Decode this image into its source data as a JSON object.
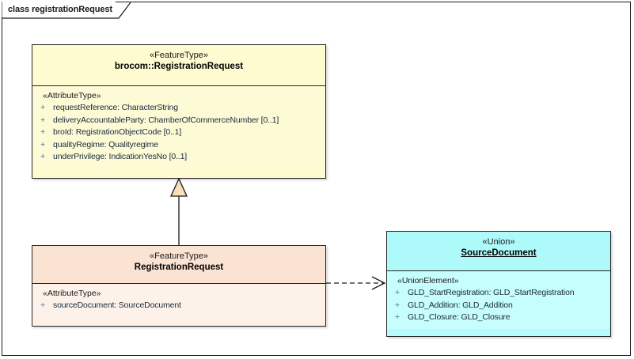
{
  "frame": {
    "tab_label": "class registrationRequest"
  },
  "classes": {
    "brocom_registration_request": {
      "stereotype": "«FeatureType»",
      "name": "brocom::RegistrationRequest",
      "group_stereotype": "«AttributeType»",
      "attributes": [
        {
          "visibility": "+",
          "text": "requestReference: CharacterString"
        },
        {
          "visibility": "+",
          "text": "deliveryAccountableParty: ChamberOfCommerceNumber [0..1]"
        },
        {
          "visibility": "+",
          "text": "broId: RegistrationObjectCode [0..1]"
        },
        {
          "visibility": "+",
          "text": "qualityRegime: Qualityregime"
        },
        {
          "visibility": "+",
          "text": "underPrivilege: IndicationYesNo [0..1]"
        }
      ]
    },
    "registration_request": {
      "stereotype": "«FeatureType»",
      "name": "RegistrationRequest",
      "group_stereotype": "«AttributeType»",
      "attributes": [
        {
          "visibility": "+",
          "text": "sourceDocument: SourceDocument"
        }
      ]
    },
    "source_document": {
      "stereotype": "«Union»",
      "name": "SourceDocument",
      "group_stereotype": "«UnionElement»",
      "attributes": [
        {
          "visibility": "+",
          "text": "GLD_StartRegistration: GLD_StartRegistration"
        },
        {
          "visibility": "+",
          "text": "GLD_Addition: GLD_Addition"
        },
        {
          "visibility": "+",
          "text": "GLD_Closure: GLD_Closure"
        }
      ]
    }
  },
  "connectors": [
    {
      "name": "generalization",
      "type": "generalization",
      "from": "RegistrationRequest",
      "to": "brocom::RegistrationRequest"
    },
    {
      "name": "dependency",
      "type": "dependency",
      "from": "RegistrationRequest",
      "to": "SourceDocument"
    }
  ],
  "colors": {
    "feature_type_fill": "#fdfbcf",
    "subclass_fill": "#fdf0e6",
    "union_fill": "#b6fbfb",
    "border": "#262626",
    "attribute_text": "#1a2a3a",
    "visibility_marker": "#4a6a8a"
  }
}
